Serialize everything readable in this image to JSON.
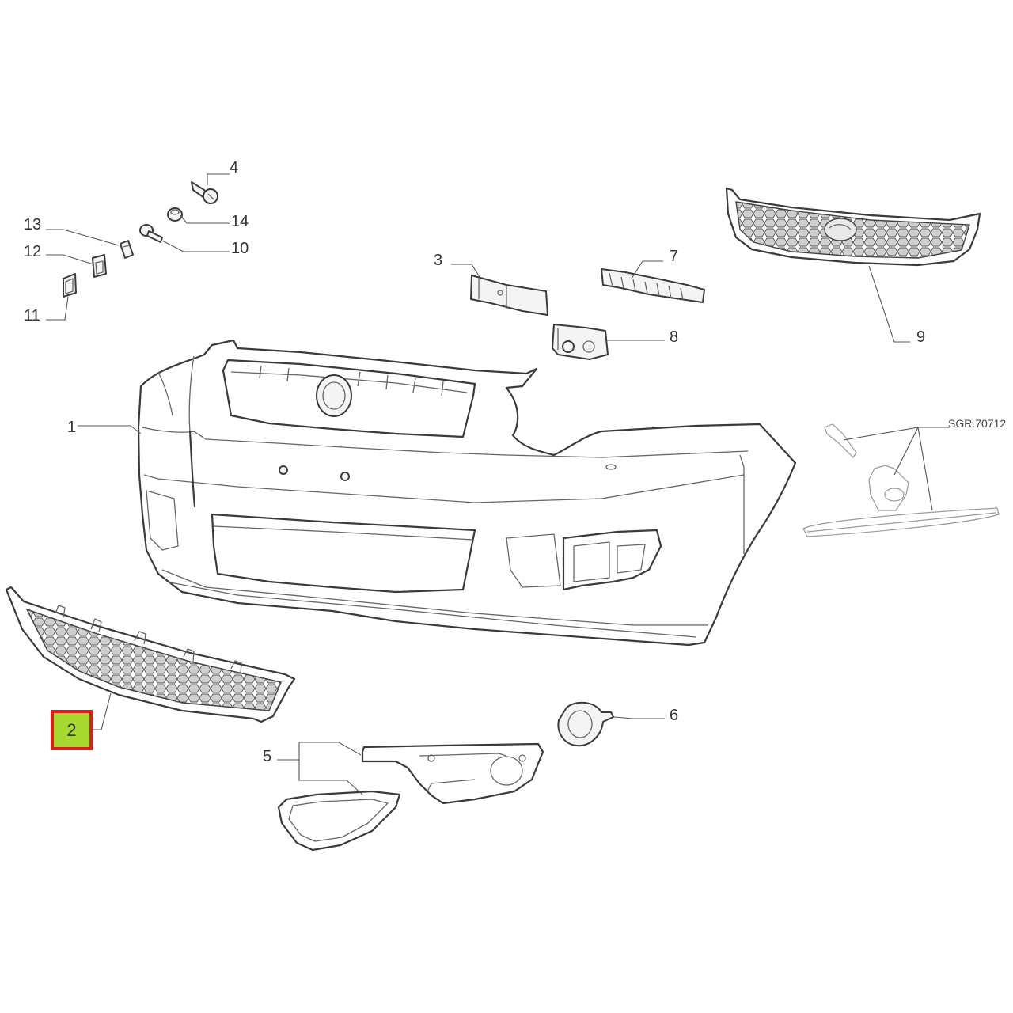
{
  "diagram": {
    "reference_code": "SGR.70712",
    "callouts": {
      "c1": "1",
      "c2": "2",
      "c3": "3",
      "c4": "4",
      "c5": "5",
      "c6": "6",
      "c7": "7",
      "c8": "8",
      "c9": "9",
      "c10": "10",
      "c11": "11",
      "c12": "12",
      "c13": "13",
      "c14": "14"
    },
    "highlighted_part": "2",
    "colors": {
      "highlight_fill": "#a8d930",
      "highlight_border": "#e0191a",
      "line": "#3a3a3a"
    }
  }
}
